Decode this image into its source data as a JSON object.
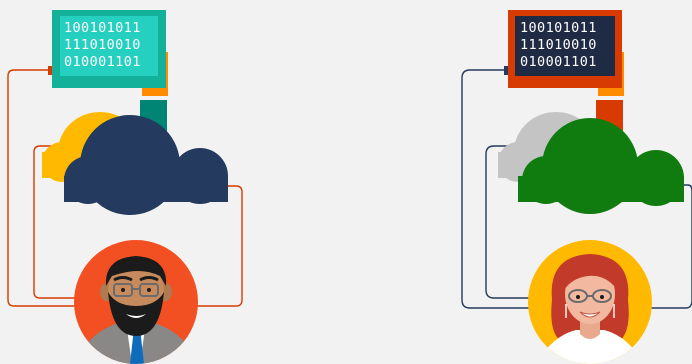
{
  "colors": {
    "background": "#f2f2f2",
    "left": {
      "monitor_frame": "#13b19a",
      "monitor_screen": "#25d0c0",
      "binary_text": "#ffffff",
      "cloud_back": "#ffb900",
      "cloud_front": "#243a5e",
      "connector": "#d83b01",
      "mount_orange": "#ff8c00",
      "mount_teal": "#008575",
      "avatar_bg": "#f25022"
    },
    "right": {
      "monitor_frame": "#d83b01",
      "monitor_screen": "#1f2a44",
      "binary_text": "#ffffff",
      "cloud_back": "#c4c4c4",
      "cloud_front": "#107c10",
      "connector": "#243a5e",
      "mount_orange": "#ff8c00",
      "mount_red": "#d83b01",
      "avatar_bg": "#ffb900"
    }
  },
  "left": {
    "binary": [
      "100101011",
      "111010010",
      "010001101"
    ],
    "avatar": "bearded-man-with-glasses-avatar"
  },
  "right": {
    "binary": [
      "100101011",
      "111010010",
      "010001101"
    ],
    "avatar": "red-haired-woman-with-glasses-avatar"
  }
}
